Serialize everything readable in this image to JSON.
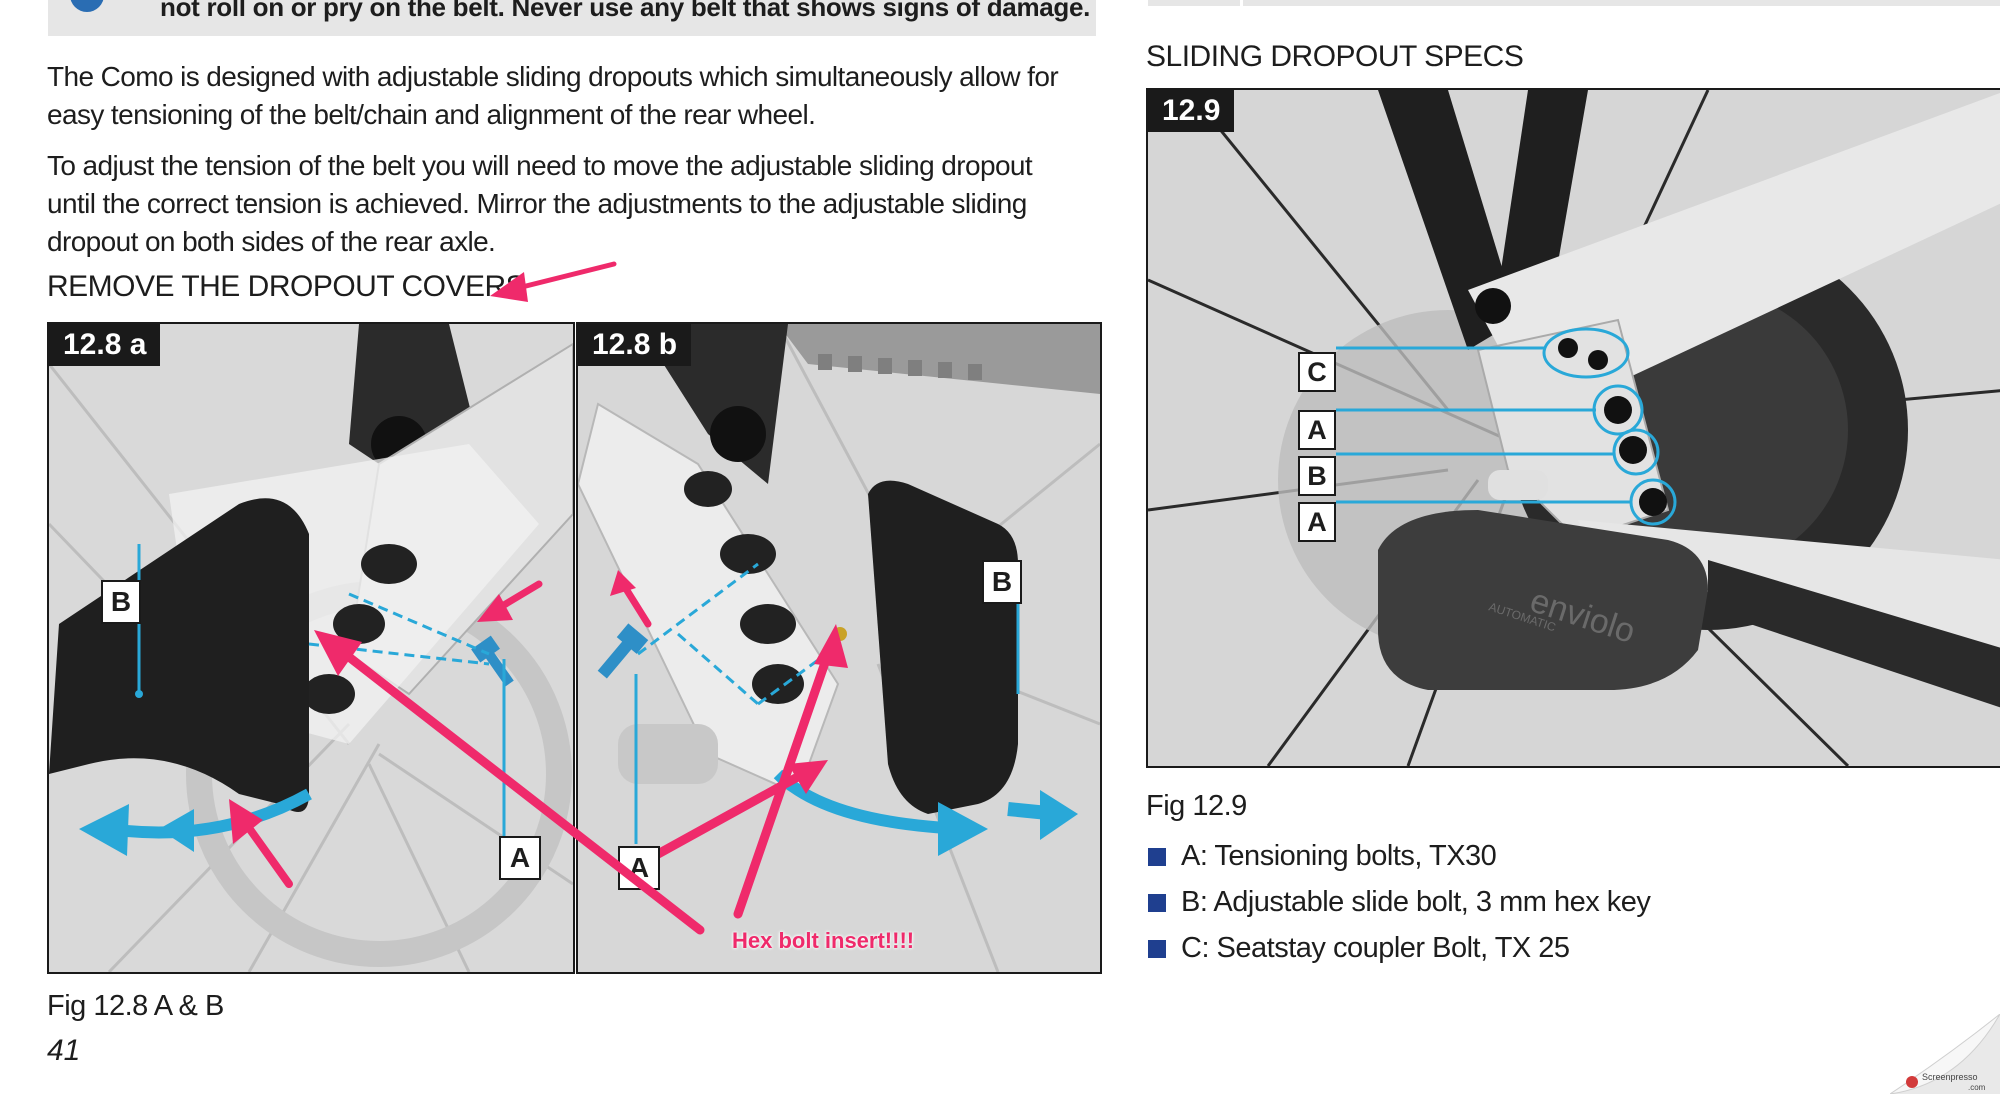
{
  "warning": {
    "text": "not roll on or pry on the belt. Never use any belt that shows signs of damage."
  },
  "intro": {
    "p1": "The Como is designed with adjustable sliding dropouts which simultaneously allow for easy tensioning of the belt/chain and alignment of the rear wheel.",
    "p2": "To adjust the tension of the belt you will need to move the adjustable sliding dropout until the correct tension is achieved. Mirror the adjustments to the adjustable sliding dropout on both sides of the rear axle."
  },
  "section_remove": {
    "heading": "REMOVE THE DROPOUT COVERS"
  },
  "fig_a": {
    "label": "12.8 a",
    "callout_b": "B",
    "callout_a": "A"
  },
  "fig_b": {
    "label": "12.8 b",
    "callout_b": "B",
    "callout_a": "A"
  },
  "annotation": {
    "text": "Hex bolt insert!!!!"
  },
  "caption_12_8": "Fig 12.8 A & B",
  "page_number": "41",
  "section_specs": {
    "heading": "SLIDING DROPOUT SPECS"
  },
  "fig_12_9": {
    "label": "12.9",
    "callouts": [
      "C",
      "A",
      "B",
      "A"
    ],
    "motor_text": "enviolo",
    "motor_subtext": "AUTOMATIC"
  },
  "caption_12_9": "Fig 12.9",
  "specs": [
    "A: Tensioning bolts, TX30",
    "B: Adjustable slide bolt, 3 mm hex key",
    "C: Seatstay coupler Bolt, TX 25"
  ],
  "watermark": {
    "line1": "Screenpresso",
    "line2": ".com"
  },
  "colors": {
    "accent_pink": "#ef2a6b",
    "callout_blue": "#29a8d8",
    "bullet_blue": "#1f3f8f",
    "label_bg": "#1a1a1a"
  }
}
